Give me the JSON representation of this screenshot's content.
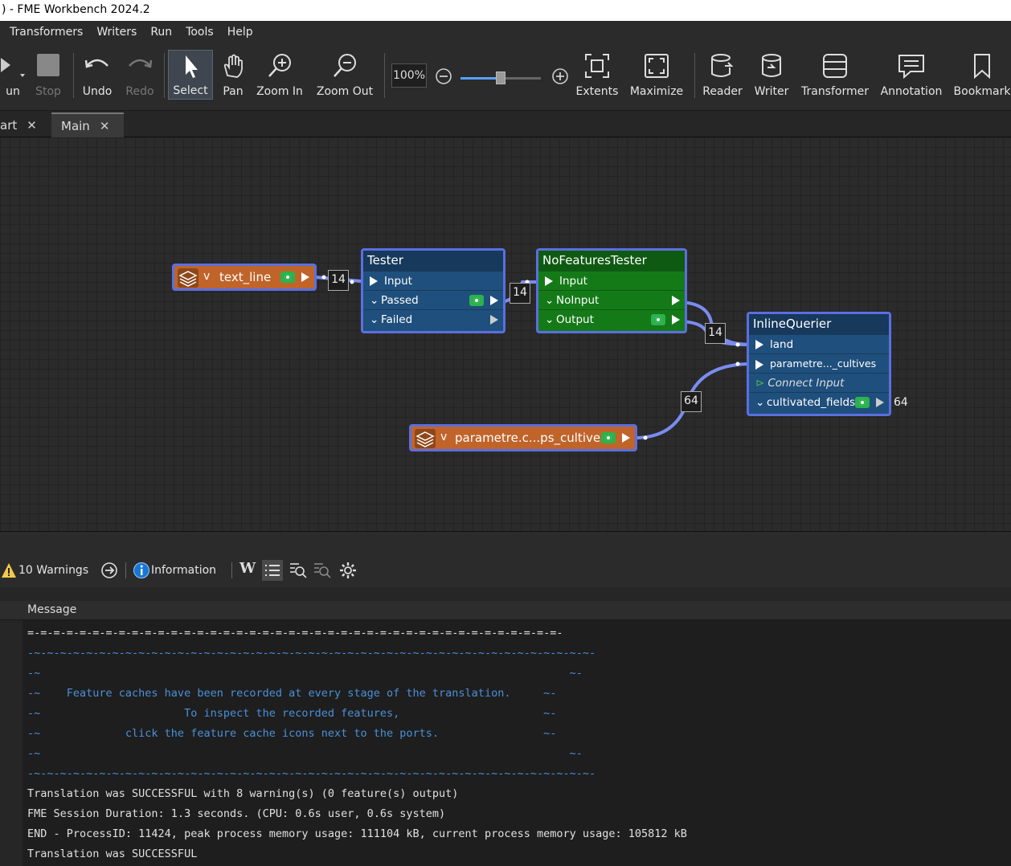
{
  "window": {
    "title": ") - FME Workbench 2024.2"
  },
  "menu": [
    "Transformers",
    "Writers",
    "Run",
    "Tools",
    "Help"
  ],
  "toolbar": {
    "run": "un",
    "stop": "Stop",
    "undo": "Undo",
    "redo": "Redo",
    "select": "Select",
    "pan": "Pan",
    "zoom_in": "Zoom In",
    "zoom_out": "Zoom Out",
    "zoom_level": "100%",
    "zoom_slider_fraction": 0.5,
    "extents": "Extents",
    "maximize": "Maximize",
    "reader": "Reader",
    "writer": "Writer",
    "transformer": "Transformer",
    "annotation": "Annotation",
    "bookmark": "Bookmark"
  },
  "tabs": [
    {
      "label": "art",
      "close": "✕"
    },
    {
      "label": "Main",
      "close": "✕"
    }
  ],
  "canvas": {
    "reader1": {
      "label": "text_line",
      "chev": "v"
    },
    "count1": "14",
    "tester": {
      "title": "Tester",
      "ports": [
        "Input",
        "Passed",
        "Failed"
      ]
    },
    "count2": "14",
    "nofeatures": {
      "title": "NoFeaturesTester",
      "ports": [
        "Input",
        "NoInput",
        "Output"
      ]
    },
    "count3": "14",
    "inline": {
      "title": "InlineQuerier",
      "ports": [
        "land",
        "parametre..._cultives",
        "Connect Input",
        "cultivated_fields"
      ],
      "out_count": "64"
    },
    "count4": "64",
    "reader2": {
      "label": "parametre.c...ps_cultives",
      "chev": "v"
    },
    "colors": {
      "reader_bg": "#c0642a",
      "tester_bg": "#1f4f7c",
      "nofeatures_bg": "#147a18",
      "node_border": "#5b6fe0"
    }
  },
  "log_toolbar": {
    "warnings": "10 Warnings",
    "information": "Information"
  },
  "log": {
    "column": "Message",
    "lines": [
      {
        "text": "=-=-=-=-=-=-=-=-=-=-=-=-=-=-=-=-=-=-=-=-=-=-=-=-=-=-=-=-=-=-=-=-=-=-=-=-=-=-=-=-=-",
        "style": "white"
      },
      {
        "text": "-~-~-~-~-~-~-~-~-~-~-~-~-~-~-~-~-~-~-~-~-~-~-~-~-~-~-~-~-~-~-~-~-~-~-~-~-~-~-~-~-~-~-~-",
        "style": "blue"
      },
      {
        "text": "-~                                                                                 ~-",
        "style": "blue"
      },
      {
        "text": "-~    Feature caches have been recorded at every stage of the translation.     ~-",
        "style": "blue"
      },
      {
        "text": "-~                      To inspect the recorded features,                      ~-",
        "style": "blue"
      },
      {
        "text": "-~             click the feature cache icons next to the ports.                ~-",
        "style": "blue"
      },
      {
        "text": "-~                                                                                 ~-",
        "style": "blue"
      },
      {
        "text": "-~-~-~-~-~-~-~-~-~-~-~-~-~-~-~-~-~-~-~-~-~-~-~-~-~-~-~-~-~-~-~-~-~-~-~-~-~-~-~-~-~-~-~-",
        "style": "blue"
      },
      {
        "text": "Translation was SUCCESSFUL with 8 warning(s) (0 feature(s) output)",
        "style": "white"
      },
      {
        "text": "FME Session Duration: 1.3 seconds. (CPU: 0.6s user, 0.6s system)",
        "style": "white"
      },
      {
        "text": "END - ProcessID: 11424, peak process memory usage: 111104 kB, current process memory usage: 105812 kB",
        "style": "white"
      },
      {
        "text": "Translation was SUCCESSFUL",
        "style": "white"
      }
    ]
  }
}
